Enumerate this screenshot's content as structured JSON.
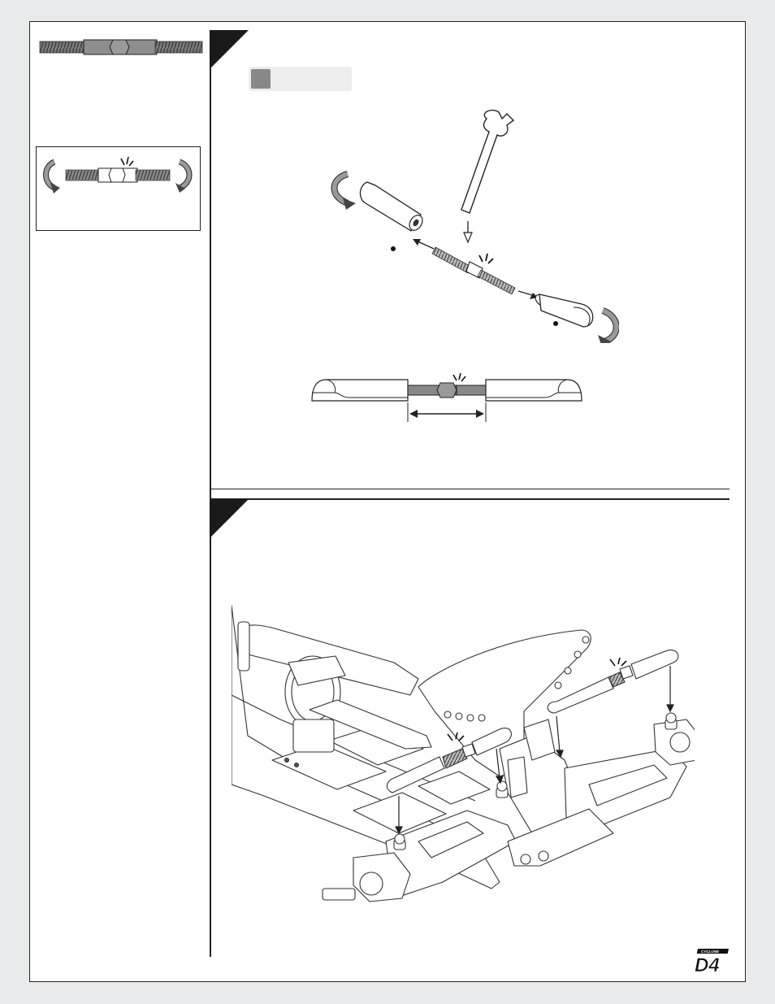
{
  "brand": {
    "logo_small_text": "CYCLONE",
    "logo_model": "D4"
  },
  "colors": {
    "page_bg": "#e9eaeb",
    "paper": "#ffffff",
    "line": "#222222",
    "turnbuckle_gray": "#8a8a8a",
    "tag_bg": "#ededed"
  },
  "icons": {
    "rotate_left": "curved-arrow-counterclockwise",
    "rotate_right": "curved-arrow-clockwise",
    "attention": "attention-spark"
  }
}
